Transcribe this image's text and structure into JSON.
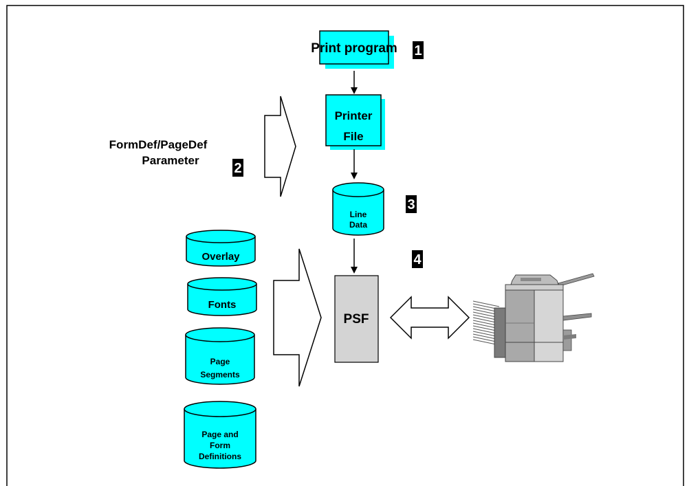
{
  "diagram": {
    "print_program": "Print program",
    "printer_file_line1": "Printer",
    "printer_file_line2": "File",
    "formdef_line1": "FormDef/PageDef",
    "formdef_line2": "Parameter",
    "line_data_line1": "Line",
    "line_data_line2": "Data",
    "overlay": "Overlay",
    "fonts": "Fonts",
    "page_segments_line1": "Page",
    "page_segments_line2": "Segments",
    "page_form_line1": "Page and",
    "page_form_line2": "Form",
    "page_form_line3": "Definitions",
    "psf": "PSF",
    "step1": "1",
    "step2": "2",
    "step3": "3",
    "step4": "4"
  },
  "colors": {
    "cyan": "#00ffff",
    "psf_gray": "#d4d4d4",
    "badge": "#000000",
    "border": "#000000"
  },
  "icons": {
    "printer": "printer-icon"
  }
}
